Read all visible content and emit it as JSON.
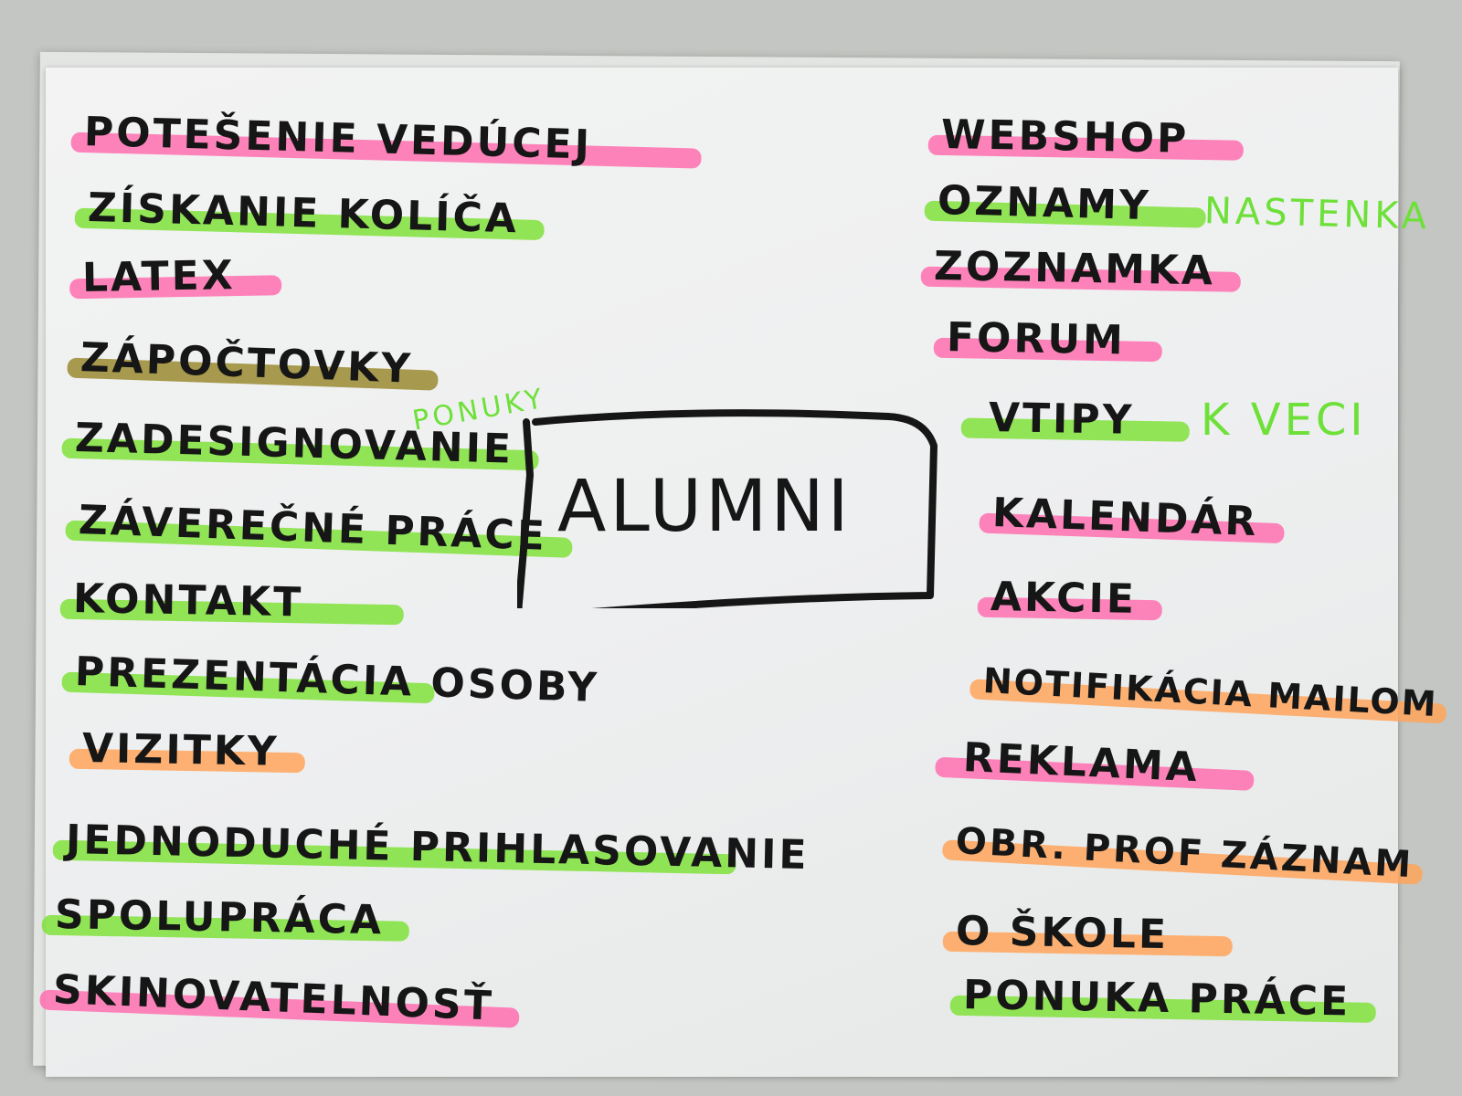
{
  "colors": {
    "pink": "#ff6fb0",
    "green": "#7fe23a",
    "orange": "#ffa55a",
    "olive": "#9a8a30",
    "ink": "#161616",
    "note_green": "#6ee03a"
  },
  "center": {
    "label": "ALUMNI"
  },
  "left_items": [
    {
      "text": "POTEŠENIE VEDÚCEJ",
      "highlight": "pink"
    },
    {
      "text": "ZÍSKANIE KOLÍČA",
      "highlight": "green"
    },
    {
      "text": "LATEX",
      "highlight": "pink"
    },
    {
      "text": "ZÁPOČTOVKY",
      "highlight": "olive"
    },
    {
      "text": "ZADESIGNOVANIE",
      "highlight": "green"
    },
    {
      "text": "ZÁVEREČNÉ PRÁCE",
      "highlight": "green"
    },
    {
      "text": "KONTAKT",
      "highlight": "green"
    },
    {
      "text": "PREZENTÁCIA OSOBY",
      "highlight": "green"
    },
    {
      "text": "VIZITKY",
      "highlight": "orange"
    },
    {
      "text": "JEDNODUCHÉ PRIHLASOVANIE",
      "highlight": "green"
    },
    {
      "text": "SPOLUPRÁCA",
      "highlight": "green"
    },
    {
      "text": "SKINOVATELNOSŤ",
      "highlight": "pink"
    }
  ],
  "right_items": [
    {
      "text": "WEBSHOP",
      "highlight": "pink"
    },
    {
      "text": "OZNAMY",
      "highlight": "green"
    },
    {
      "text": "ZOZNAMKA",
      "highlight": "pink"
    },
    {
      "text": "FORUM",
      "highlight": "pink"
    },
    {
      "text": "VTIPY",
      "highlight": "green"
    },
    {
      "text": "KALENDÁR",
      "highlight": "pink"
    },
    {
      "text": "AKCIE",
      "highlight": "pink"
    },
    {
      "text": "NOTIFIKÁCIA MAILOM",
      "highlight": "orange"
    },
    {
      "text": "REKLAMA",
      "highlight": "pink"
    },
    {
      "text": "OBR. PROF ZÁZNAM",
      "highlight": "orange"
    },
    {
      "text": "O ŠKOLE",
      "highlight": "orange"
    },
    {
      "text": "PONUKA PRÁCE",
      "highlight": "green"
    }
  ],
  "notes": {
    "nastenka": "NASTENKA",
    "k_veci": "K VECI",
    "ponuky": "PONUKY"
  }
}
